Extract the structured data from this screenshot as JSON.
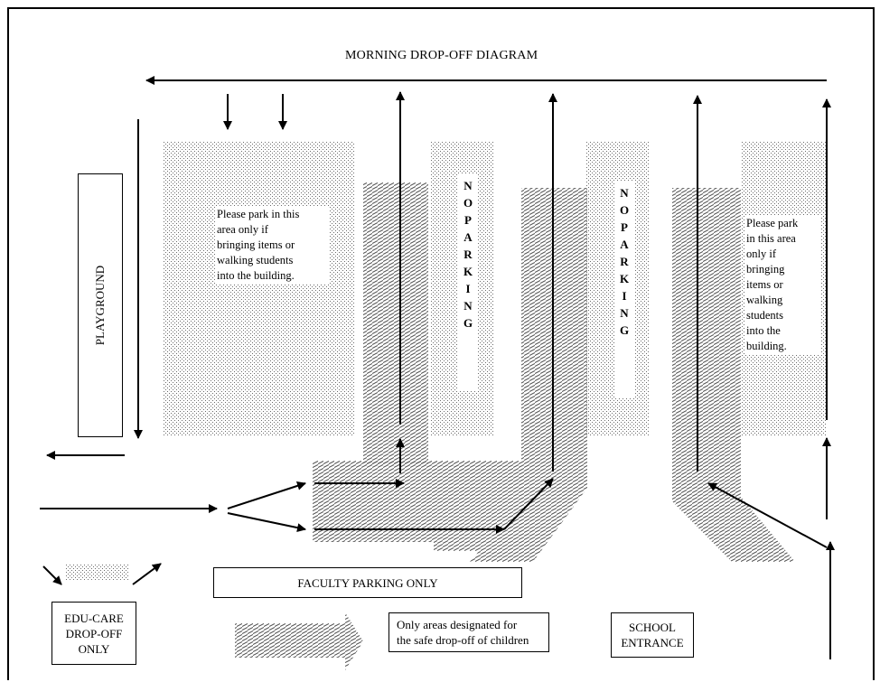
{
  "title": "MORNING DROP-OFF DIAGRAM",
  "labels": {
    "playground": "PLAYGROUND",
    "park_note_left": "Please park in this\narea only if\nbringing items or\nwalking students\ninto the building.",
    "park_note_right": "Please park\nin this area\nonly if\nbringing\nitems or\nwalking\nstudents\ninto the\nbuilding.",
    "no_parking_1": "N O   P A R K I N G",
    "no_parking_2": "N O   P A R K I N G",
    "faculty_parking": "FACULTY PARKING ONLY",
    "educare": "EDU-CARE\nDROP-OFF\nONLY",
    "legend_dropoff": "Only areas designated for\nthe safe drop-off of children",
    "school_entrance": "SCHOOL\nENTRANCE"
  },
  "colors": {
    "line": "#000000",
    "background": "#ffffff",
    "pattern": "#555555"
  }
}
